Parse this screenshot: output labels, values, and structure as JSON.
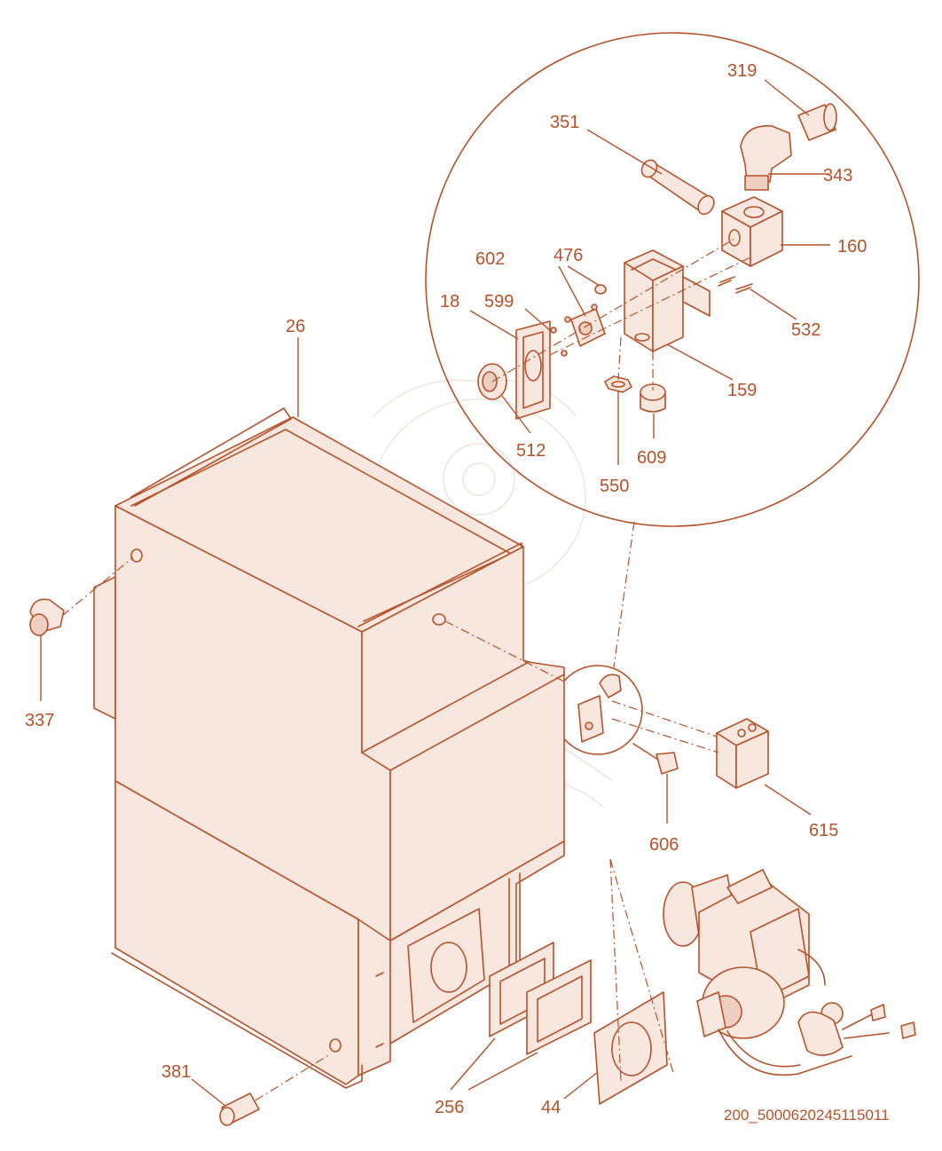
{
  "colors": {
    "line": "#b5522a",
    "fill": "#f7e7df",
    "background": "#ffffff"
  },
  "labels": {
    "p319": "319",
    "p351": "351",
    "p343": "343",
    "p160": "160",
    "p602": "602",
    "p476": "476",
    "p18": "18",
    "p599": "599",
    "p532": "532",
    "p159": "159",
    "p512": "512",
    "p609": "609",
    "p550": "550",
    "p26": "26",
    "p337": "337",
    "p615": "615",
    "p606": "606",
    "p381": "381",
    "p256": "256",
    "p44": "44"
  },
  "drawing_code": "200_5000620245115011"
}
